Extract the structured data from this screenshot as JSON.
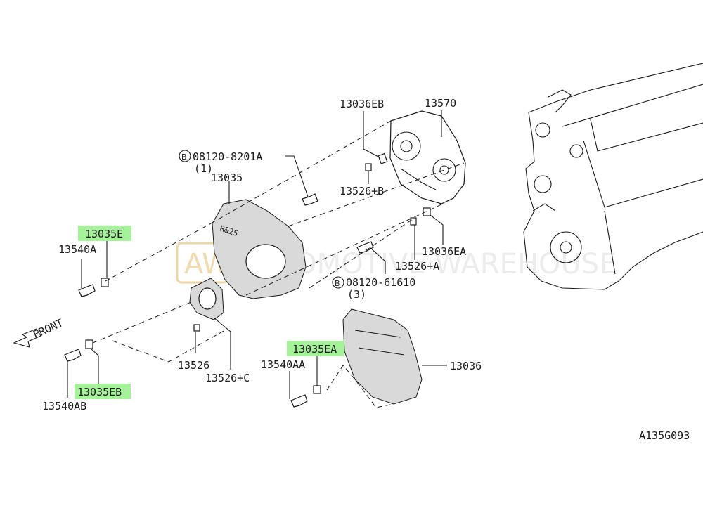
{
  "diagram_code": "A135G093",
  "watermark": {
    "logo": "AW",
    "text": "AUTOMOTIVE WAREHOUSE",
    "color": "#d99a2b"
  },
  "front_label": "FRONT",
  "highlight_color": "#a6f29a",
  "bolt_marker": "B",
  "labels": {
    "p13036EB": "13036EB",
    "p13570": "13570",
    "bolt1_code": "08120-8201A",
    "bolt1_qty": "(1)",
    "p13035": "13035",
    "p13526B": "13526+B",
    "p13035E": "13035E",
    "p13540A": "13540A",
    "p13036EA": "13036EA",
    "p13526A": "13526+A",
    "bolt3_code": "08120-61610",
    "bolt3_qty": "(3)",
    "p13526": "13526",
    "p13526C": "13526+C",
    "p13035EA": "13035EA",
    "p13540AA": "13540AA",
    "p13036": "13036",
    "p13035EB": "13035EB",
    "p13540AB": "13540AB"
  }
}
